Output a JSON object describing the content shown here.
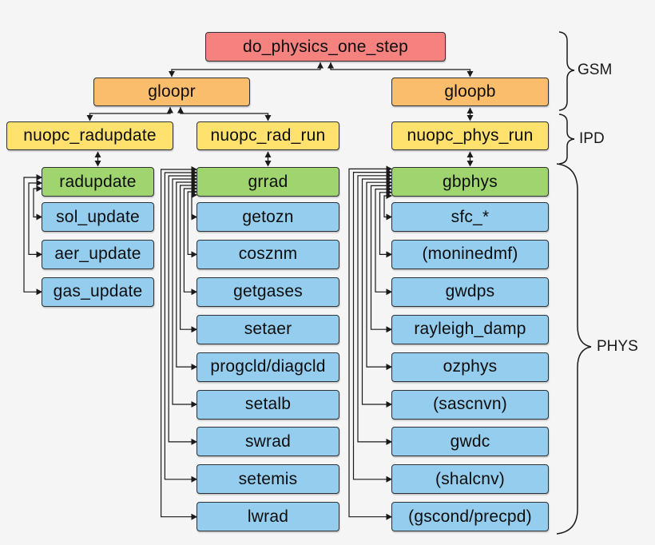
{
  "nodes": {
    "root": "do_physics_one_step",
    "gloopr": "gloopr",
    "gloopb": "gloopb",
    "nuopc_radupdate": "nuopc_radupdate",
    "nuopc_rad_run": "nuopc_rad_run",
    "nuopc_phys_run": "nuopc_phys_run"
  },
  "columns": [
    {
      "parent": "radupdate",
      "children": [
        "sol_update",
        "aer_update",
        "gas_update"
      ]
    },
    {
      "parent": "grrad",
      "children": [
        "getozn",
        "cosznm",
        "getgases",
        "setaer",
        "progcld/diagcld",
        "setalb",
        "swrad",
        "setemis",
        "lwrad"
      ]
    },
    {
      "parent": "gbphys",
      "children": [
        "sfc_*",
        "(moninedmf)",
        "gwdps",
        "rayleigh_damp",
        "ozphys",
        "(sascnvn)",
        "gwdc",
        "(shalcnv)",
        "(gscond/precpd)"
      ]
    }
  ],
  "legend": {
    "gsm": "GSM",
    "ipd": "IPD",
    "phys": "PHYS"
  },
  "colors": {
    "background": "#f5f5f6",
    "root_fill": "#f5827e",
    "loop_fill": "#f9bd6c",
    "nuopc_fill": "#fee26d",
    "driver_fill": "#a0d46f",
    "child_fill": "#94cdee",
    "line": "#1a1a1a"
  }
}
